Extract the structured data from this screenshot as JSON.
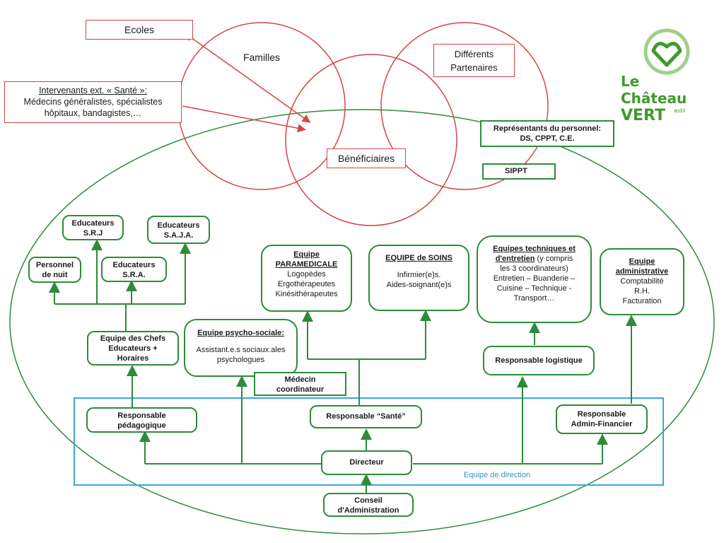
{
  "external": {
    "ecoles": "Ecoles",
    "familles": "Familles",
    "partenaires_1": "Différents",
    "partenaires_2": "Partenaires",
    "beneficiaires": "Bénéficiaires",
    "intervenants_title": "Intervenants ext. « Santé »:",
    "intervenants_l1": "Médecins généralistes, spécialistes",
    "intervenants_l2": "hôpitaux, bandagistes,…"
  },
  "logo": {
    "line1": "Le",
    "line2": "Château",
    "line3": "VERT",
    "suffix": "asbl"
  },
  "reps": {
    "l1": "Représentants du personnel:",
    "l2": "DS, CPPT, C.E."
  },
  "sippt": "SIPPT",
  "educ_srj": {
    "l1": "Educateurs",
    "l2": "S.R.J"
  },
  "educ_saja": {
    "l1": "Educateurs",
    "l2": "S.A.J.A."
  },
  "personnel_nuit": {
    "l1": "Personnel",
    "l2": "de nuit"
  },
  "educ_sra": {
    "l1": "Educateurs",
    "l2": "S.R.A."
  },
  "chefs_educ": {
    "l1": "Equipe des Chefs",
    "l2": "Educateurs +",
    "l3": "Horaires"
  },
  "paramedicale": {
    "t1": "Equipe",
    "t2": "PARAMEDICALE",
    "l1": "Logopèdes",
    "l2": "Ergothérapeutes",
    "l3": "Kinésithérapeutes"
  },
  "soins": {
    "t": "EQUIPE de SOINS",
    "l1": "Infirmier(e)s.",
    "l2": "Aides-soignant(e)s"
  },
  "techniques": {
    "t1": "Equipes techniques et",
    "t2": "d'entretien",
    "t2b": " (y compris",
    "l1": "les 3 coordinateurs)",
    "l2": "Entretien – Buanderie –",
    "l3": "Cuisine – Technique -",
    "l4": "Transport…"
  },
  "administrative": {
    "t1": "Equipe",
    "t2": "administrative",
    "l1": "Comptabilité",
    "l2": "R.H.",
    "l3": "Facturation"
  },
  "psycho": {
    "t": "Equipe psycho-sociale:",
    "l1": "Assistant.e.s sociaux.ales",
    "l2": "psychologues"
  },
  "medecin": {
    "l1": "Médecin",
    "l2": "coordinateur"
  },
  "resp_logistique": "Responsable logistique",
  "resp_pedago": {
    "l1": "Responsable",
    "l2": "pédagogique"
  },
  "resp_sante": "Responsable “Santé”",
  "resp_admin": {
    "l1": "Responsable",
    "l2": "Admin-Financier"
  },
  "directeur": "Directeur",
  "equipe_direction": "Equipe de direction",
  "conseil": {
    "l1": "Conseil",
    "l2": "d'Administration"
  },
  "colors": {
    "green": "#2e8b3a",
    "red": "#d64545",
    "blue": "#3aa8d8",
    "logo_green": "#3f9a2c"
  }
}
